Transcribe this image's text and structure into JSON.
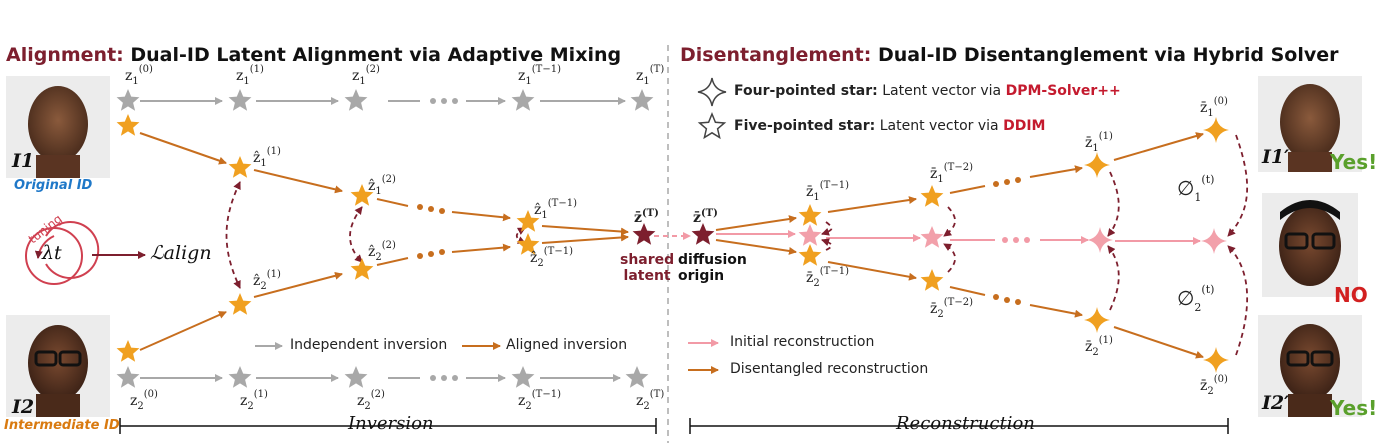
{
  "left_section": {
    "key": "Alignment:",
    "title": "Dual-ID Latent Alignment via Adaptive Mixing",
    "original_id_label": "Original ID",
    "intermediate_id_label": "Intermediate ID",
    "tuning_label": "tuning",
    "lambda_label": "λt",
    "loss_label": "ℒalign",
    "legend_independent": "Independent inversion",
    "legend_aligned": "Aligned inversion",
    "shared_latent_line1": "shared",
    "shared_latent_line2": "latent",
    "phase_label": "Inversion"
  },
  "right_section": {
    "key": "Disentanglement:",
    "title": "Dual-ID Disentanglement via Hybrid Solver",
    "four_star_label": "Four-pointed star:",
    "four_star_desc": "Latent vector via",
    "four_star_method": "DPM-Solver++",
    "five_star_label": "Five-pointed star:",
    "five_star_desc": "Latent vector via",
    "five_star_method": "DDIM",
    "diffusion_origin_line1": "diffusion",
    "diffusion_origin_line2": "origin",
    "legend_initial": "Initial reconstruction",
    "legend_disentangled": "Disentangled reconstruction",
    "phase_label": "Reconstruction",
    "result_yes_1": "Yes!",
    "result_no": "NO",
    "result_yes_2": "Yes!"
  },
  "images": {
    "i1_label": "I1",
    "i2_label": "I2",
    "i1_prime_label": "I1′",
    "i2_prime_label": "I2′"
  },
  "colors": {
    "title_accent": "#7d1f2e",
    "orange_star": "#f0a020",
    "gray_star": "#a8a8a8",
    "pink_star": "#f2a0aa",
    "dark_star": "#7d1f2e",
    "aligned_arrow": "#c76e1e",
    "independent_arrow": "#a8a8a8",
    "initial_arrow": "#f29aa6",
    "original_id_color": "#1f78c8",
    "intermediate_id_color": "#d97a10",
    "yes_color": "#5aa02c",
    "no_color": "#d22020",
    "method_color": "#c41a2e"
  }
}
